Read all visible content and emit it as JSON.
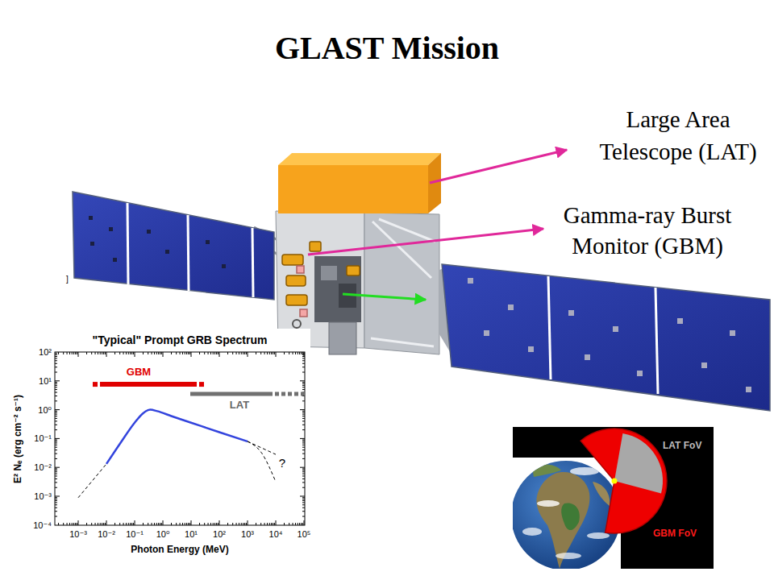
{
  "diagram": {
    "title": "GLAST Mission",
    "labels": [
      "Large Area Telescope (LAT)",
      "Gamma-ray Burst Monitor (GBM)",
      "]",
      "\"Typical\" Prompt GRB Spectrum",
      "GBM",
      "LAT",
      "?",
      "E² Nₑ (erg cm⁻² s⁻¹)",
      "Photon Energy (MeV)",
      "10²",
      "10¹",
      "10⁰",
      "10⁻¹",
      "10⁻²",
      "10⁻³",
      "10⁻⁴",
      "10⁻³",
      "10⁻²",
      "10⁻¹",
      "10⁰",
      "10¹",
      "10²",
      "10³",
      "10⁴",
      "10⁵",
      "LAT FoV",
      "GBM FoV"
    ]
  }
}
